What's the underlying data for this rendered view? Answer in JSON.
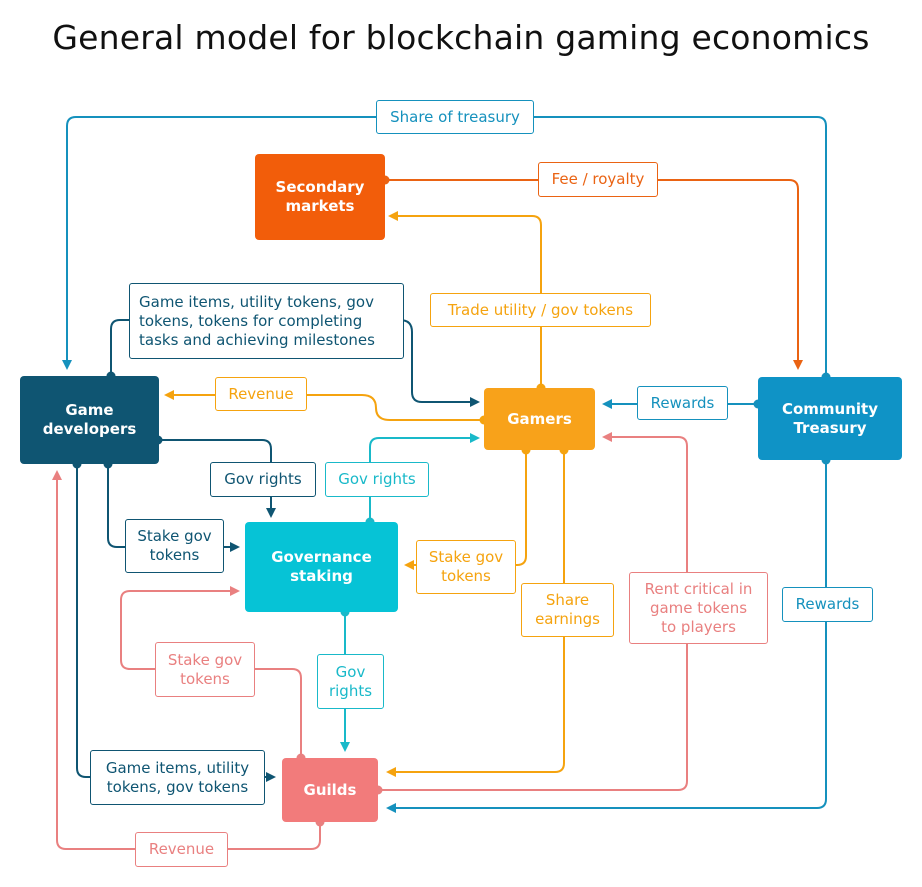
{
  "title": "General model for blockchain gaming economics",
  "colors": {
    "game_developers": "#0f5572",
    "secondary_markets": "#f25d0a",
    "gamers": "#f8a21a",
    "community_treasury": "#0f93c6",
    "governance_staking": "#06c3d6",
    "guilds": "#f27b7b"
  },
  "nodes": {
    "secondary_markets": "Secondary\nmarkets",
    "game_developers": "Game\ndevelopers",
    "gamers": "Gamers",
    "community_treasury": "Community\nTreasury",
    "governance_staking": "Governance\nstaking",
    "guilds": "Guilds"
  },
  "labels": {
    "share_of_treasury": "Share of treasury",
    "fee_royalty": "Fee / royalty",
    "trade_tokens": "Trade utility / gov tokens",
    "dev_to_gamers_items": "Game items, utility tokens, gov\ntokens, tokens for completing\ntasks and achieving milestones",
    "revenue_gamers": "Revenue",
    "rewards_gamers": "Rewards",
    "gov_rights_dev": "Gov rights",
    "gov_rights_gamers": "Gov rights",
    "stake_gov_dev": "Stake gov\ntokens",
    "stake_gov_gamers": "Stake gov\ntokens",
    "share_earnings": "Share\nearnings",
    "rent_tokens": "Rent critical in\ngame tokens\nto players",
    "rewards_guilds": "Rewards",
    "stake_gov_guilds": "Stake gov\ntokens",
    "gov_rights_guilds": "Gov\nrights",
    "dev_to_guilds_items": "Game items, utility\ntokens, gov tokens",
    "revenue_guilds": "Revenue"
  }
}
